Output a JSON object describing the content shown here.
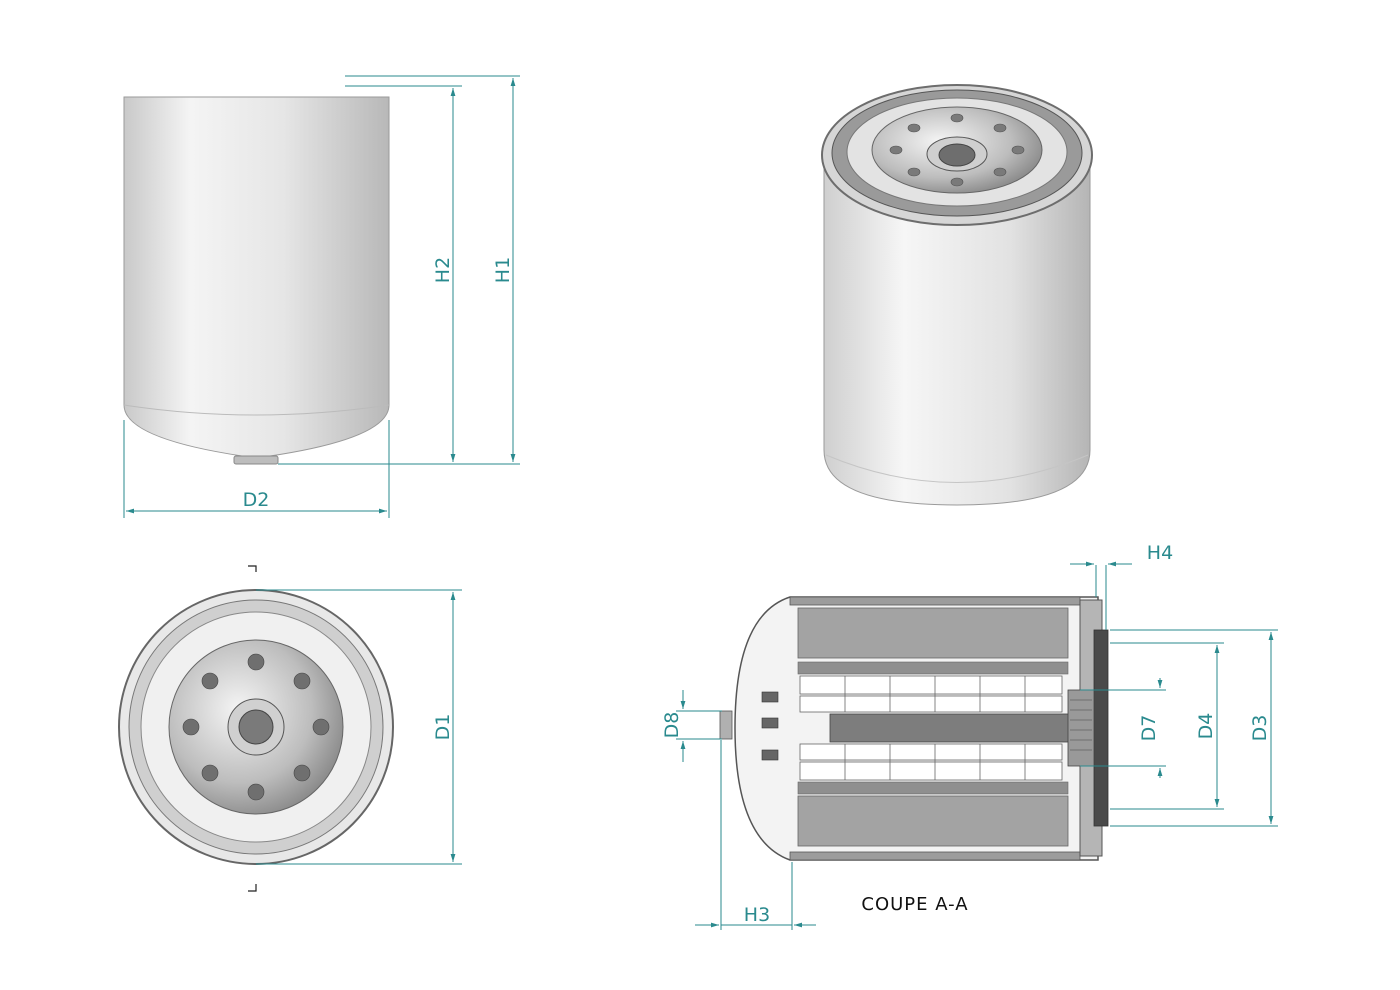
{
  "colors": {
    "dimension": "#2a8a8e",
    "outline": "#555555",
    "body_light": "#f2f2f2",
    "body_dark": "#bdbdbd",
    "metal": "#8a8a8a",
    "section_fill": "#9a9a9a",
    "background": "#ffffff"
  },
  "dimensions": {
    "h1": "H1",
    "h2": "H2",
    "d2": "D2",
    "d1": "D1",
    "h4": "H4",
    "d8": "D8",
    "d7": "D7",
    "d4": "D4",
    "d3": "D3",
    "h3": "H3"
  },
  "section": {
    "caption": "COUPE A-A"
  }
}
